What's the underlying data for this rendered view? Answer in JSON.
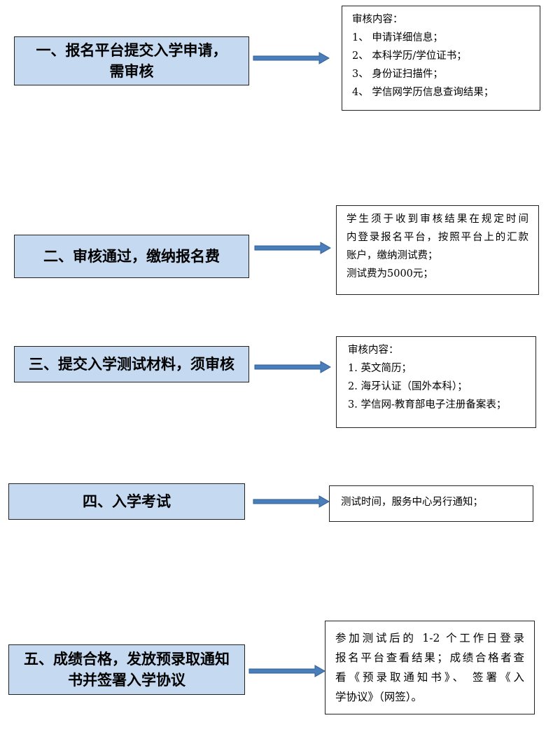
{
  "colors": {
    "step_fill": "#c5d9f1",
    "arrow": "#4a7ebb",
    "border": "#222222"
  },
  "steps": [
    {
      "lines": [
        "一、报名平台提交入学申请，",
        "需审核"
      ],
      "note": [
        "审核内容：",
        "1、 申请详细信息；",
        "2、 本科学历/学位证书；",
        "3、 身份证扫描件；",
        "4、 学信网学历信息查询结果；"
      ]
    },
    {
      "lines": [
        "二、审核通过，缴纳报名费"
      ],
      "note": [
        "学生须于收到审核结果在规定时间",
        "内登录报名平台，按照平台上的汇款",
        "账户，缴纳测试费；",
        "测试费为5000元；"
      ]
    },
    {
      "lines": [
        "三、提交入学测试材料，须审核"
      ],
      "note": [
        "审核内容：",
        "1.   英文简历；",
        "2.   海牙认证（国外本科）；",
        "3.   学信网-教育部电子注册备案表；"
      ]
    },
    {
      "lines": [
        "四、入学考试"
      ],
      "note": [
        "测试时间，服务中心另行通知；"
      ]
    },
    {
      "lines": [
        "五、成绩合格，发放预录取通知",
        "书并签署入学协议"
      ],
      "note": [
        "参加测试后的 1-2 个工作日登录",
        "报名平台查看结果；成绩合格者查",
        "看《预录取通知书》、 签署《入",
        "学协议》（网签）。"
      ]
    }
  ]
}
